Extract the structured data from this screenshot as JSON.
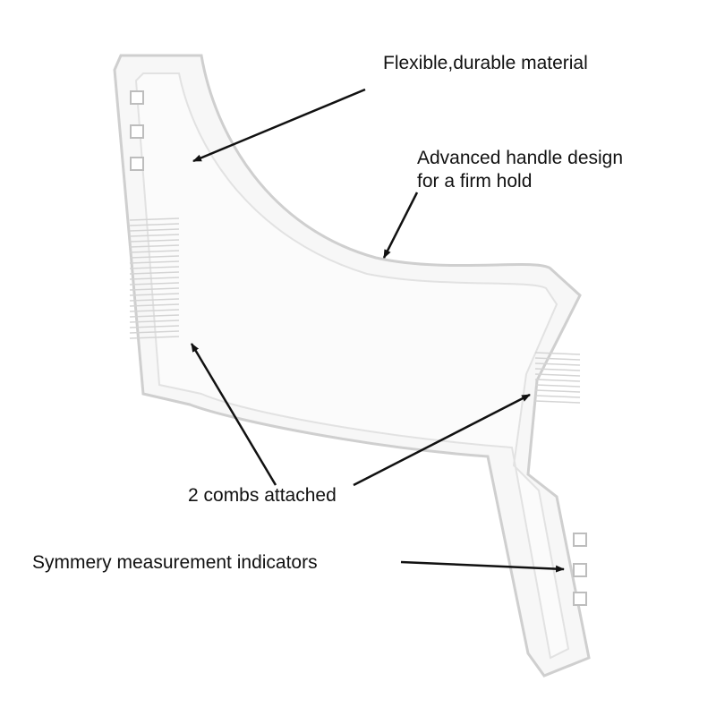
{
  "callouts": {
    "material": "Flexible,durable material",
    "handle_line1": "Advanced handle design",
    "handle_line2": "for a firm hold",
    "combs": "2 combs attached",
    "indicators": "Symmery measurement indicators"
  },
  "colors": {
    "background": "#ffffff",
    "tool_fill": "#f7f7f7",
    "tool_outline": "#cfcfcf",
    "bevel": "#e6e6e6",
    "text": "#111111",
    "arrow": "#111111"
  }
}
